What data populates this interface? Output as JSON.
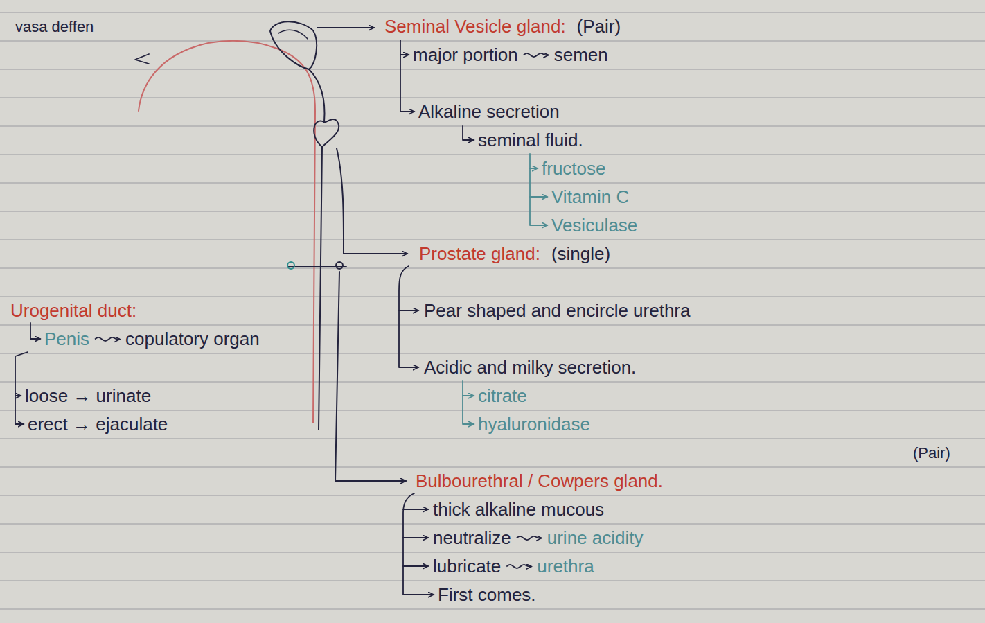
{
  "diagram": {
    "labels": [
      "vasa deffen",
      "Seminal Vesicle gland:",
      "(Pair)",
      "major portion",
      "semen",
      "Alkaline secretion",
      "seminal fluid.",
      "fructose",
      "Vitamin C",
      "Vesiculase",
      "Prostate gland:",
      "(single)",
      "Urogenital duct:",
      "Pear shaped and encircle urethra",
      "Penis",
      "copulatory organ",
      "Acidic and milky secretion.",
      "loose → urinate",
      "erect → ejaculate",
      "citrate",
      "hyaluronidase",
      "(Pair)",
      "Bulbourethral / Cowpers gland.",
      "thick alkaline mucous",
      "neutralize",
      "urine acidity",
      "lubricate",
      "urethra",
      "First comes."
    ]
  }
}
